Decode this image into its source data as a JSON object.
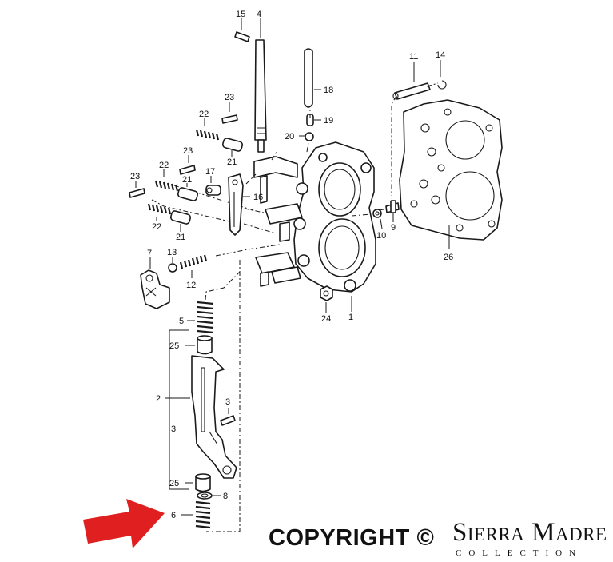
{
  "diagram": {
    "part_labels": {
      "p1": "1",
      "p2": "2",
      "p3a": "3",
      "p3b": "3",
      "p4": "4",
      "p5": "5",
      "p6": "6",
      "p7": "7",
      "p8": "8",
      "p9": "9",
      "p10": "10",
      "p11": "11",
      "p12": "12",
      "p13": "13",
      "p14": "14",
      "p15": "15",
      "p16": "16",
      "p17": "17",
      "p18": "18",
      "p19": "19",
      "p20": "20",
      "p21a": "21",
      "p21b": "21",
      "p21c": "21",
      "p22a": "22",
      "p22b": "22",
      "p22c": "22",
      "p23a": "23",
      "p23b": "23",
      "p23c": "23",
      "p24": "24",
      "p25a": "25",
      "p25b": "25",
      "p26": "26"
    },
    "arrow_color": "#e02020"
  },
  "watermark": {
    "copyright": "COPYRIGHT ©",
    "brand": "Sierra Madre",
    "brand_sub": "COLLECTION"
  }
}
